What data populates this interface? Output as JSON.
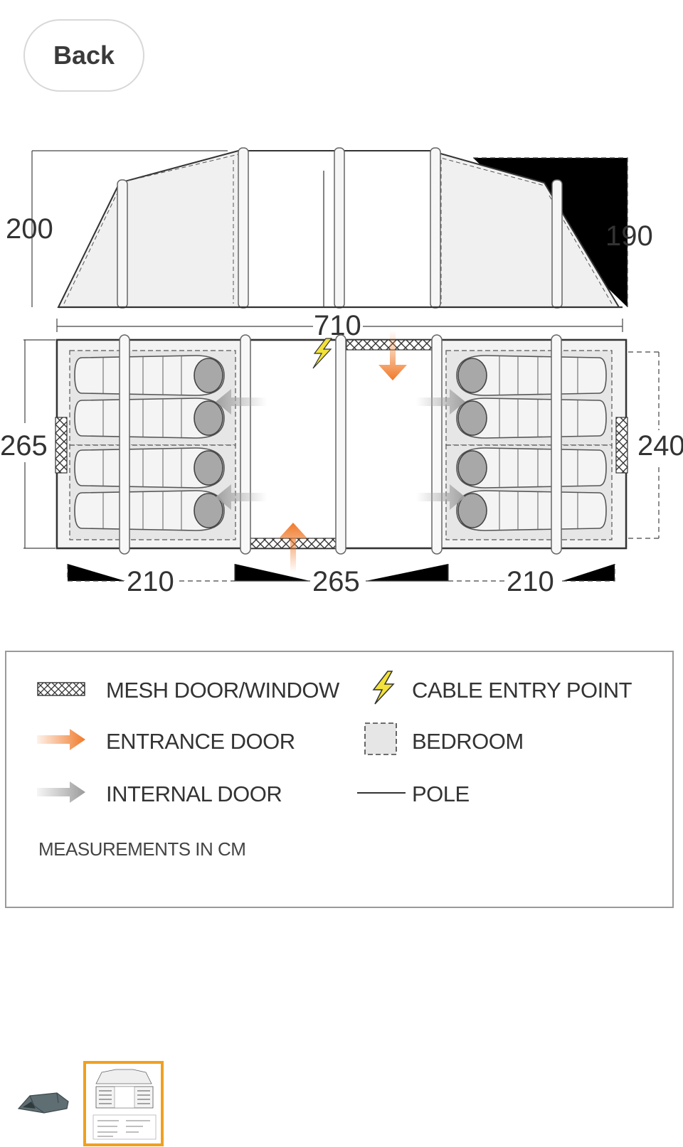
{
  "nav": {
    "back_label": "Back"
  },
  "diagram": {
    "dimensions": {
      "height_left": "200",
      "height_right": "190",
      "total_length": "710",
      "width_left": "265",
      "width_right": "240",
      "bedroom_left": "210",
      "living_area": "265",
      "bedroom_right": "210"
    }
  },
  "legend": {
    "items": [
      {
        "label": "MESH DOOR/WINDOW",
        "icon": "mesh-icon"
      },
      {
        "label": "CABLE ENTRY POINT",
        "icon": "lightning-icon"
      },
      {
        "label": "ENTRANCE DOOR",
        "icon": "orange-arrow-icon"
      },
      {
        "label": "BEDROOM",
        "icon": "dashed-square-icon"
      },
      {
        "label": "INTERNAL DOOR",
        "icon": "grey-arrow-icon"
      },
      {
        "label": "POLE",
        "icon": "line-icon"
      }
    ],
    "note": "MEASUREMENTS IN CM"
  },
  "thumbnails": [
    {
      "icon": "tent-thumbnail",
      "selected": false
    },
    {
      "icon": "floorplan-thumbnail",
      "selected": true
    }
  ],
  "colors": {
    "entrance": "#f07a2a",
    "internal": "#a0a0a0",
    "cable": "#f2e23a",
    "selected_thumb": "#f0a020"
  }
}
